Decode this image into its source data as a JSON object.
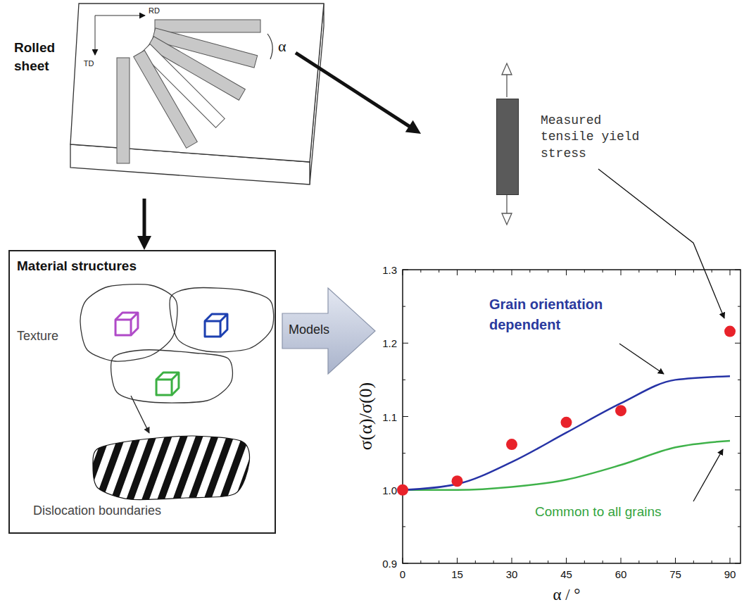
{
  "diagram": {
    "nodes": [
      {
        "text": [
          "Rolled sheet"
        ]
      },
      {
        "text": [
          "Measured tensile yield stress"
        ]
      },
      {
        "text": [
          "Material structures",
          "Texture",
          "Dislocation boundaries"
        ]
      },
      {
        "text": [
          "Models"
        ]
      }
    ],
    "edges": [
      {
        "from": 0,
        "to": 1,
        "arrow": "to"
      },
      {
        "from": 0,
        "to": 2,
        "arrow": "to"
      }
    ],
    "labels": [
      "RD",
      "TD",
      "α",
      "1.3",
      "1.2",
      "1.1",
      "1.0",
      "0.9",
      "0",
      "15",
      "30",
      "45",
      "60",
      "75",
      "90",
      "σ(α)/σ(0)",
      "α / °",
      "Grain orientation dependent",
      "Common to all grains"
    ]
  }
}
